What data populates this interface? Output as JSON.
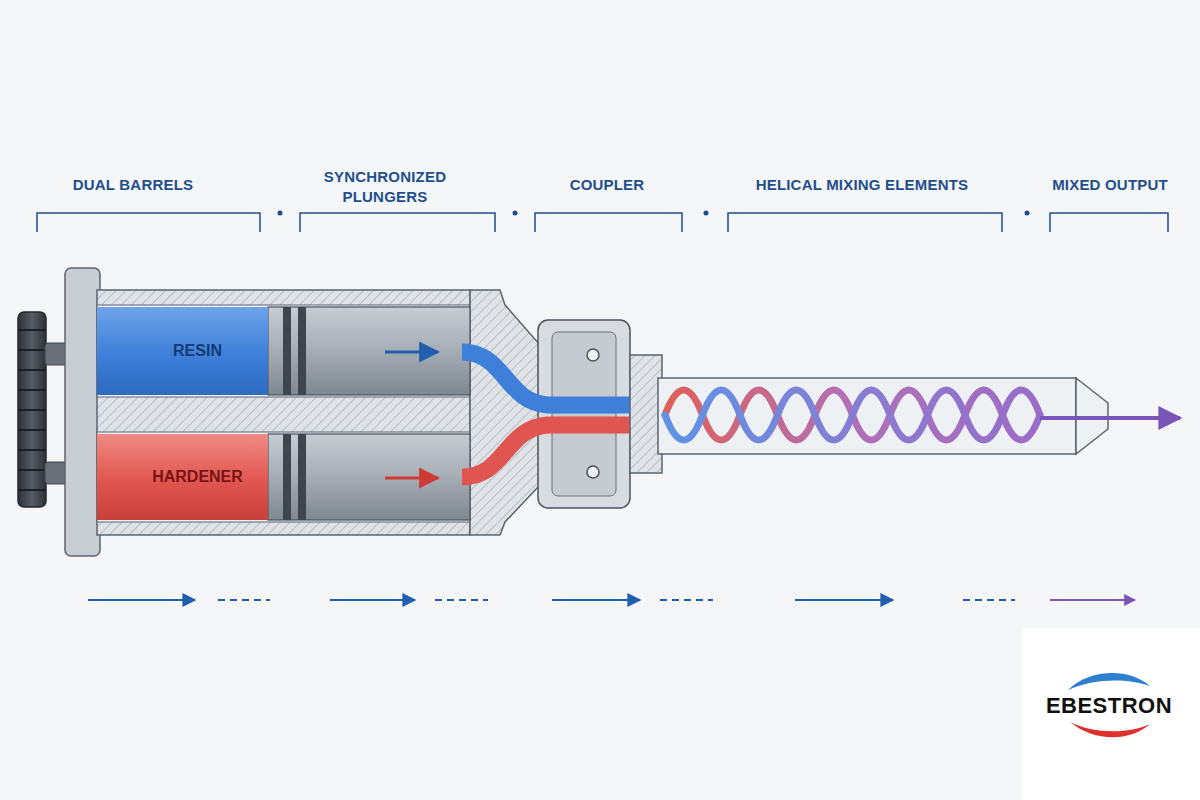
{
  "diagram": {
    "nodes": [
      {
        "text": [
          "RESIN"
        ]
      },
      {
        "text": [
          "HARDENER"
        ]
      }
    ],
    "labels": [
      "DUAL BARRELS",
      "SYNCHRONIZED PLUNGERS",
      "COUPLER",
      "HELICAL MIXING ELEMENTS",
      "MIXED OUTPUT",
      "EBESTRON"
    ]
  }
}
